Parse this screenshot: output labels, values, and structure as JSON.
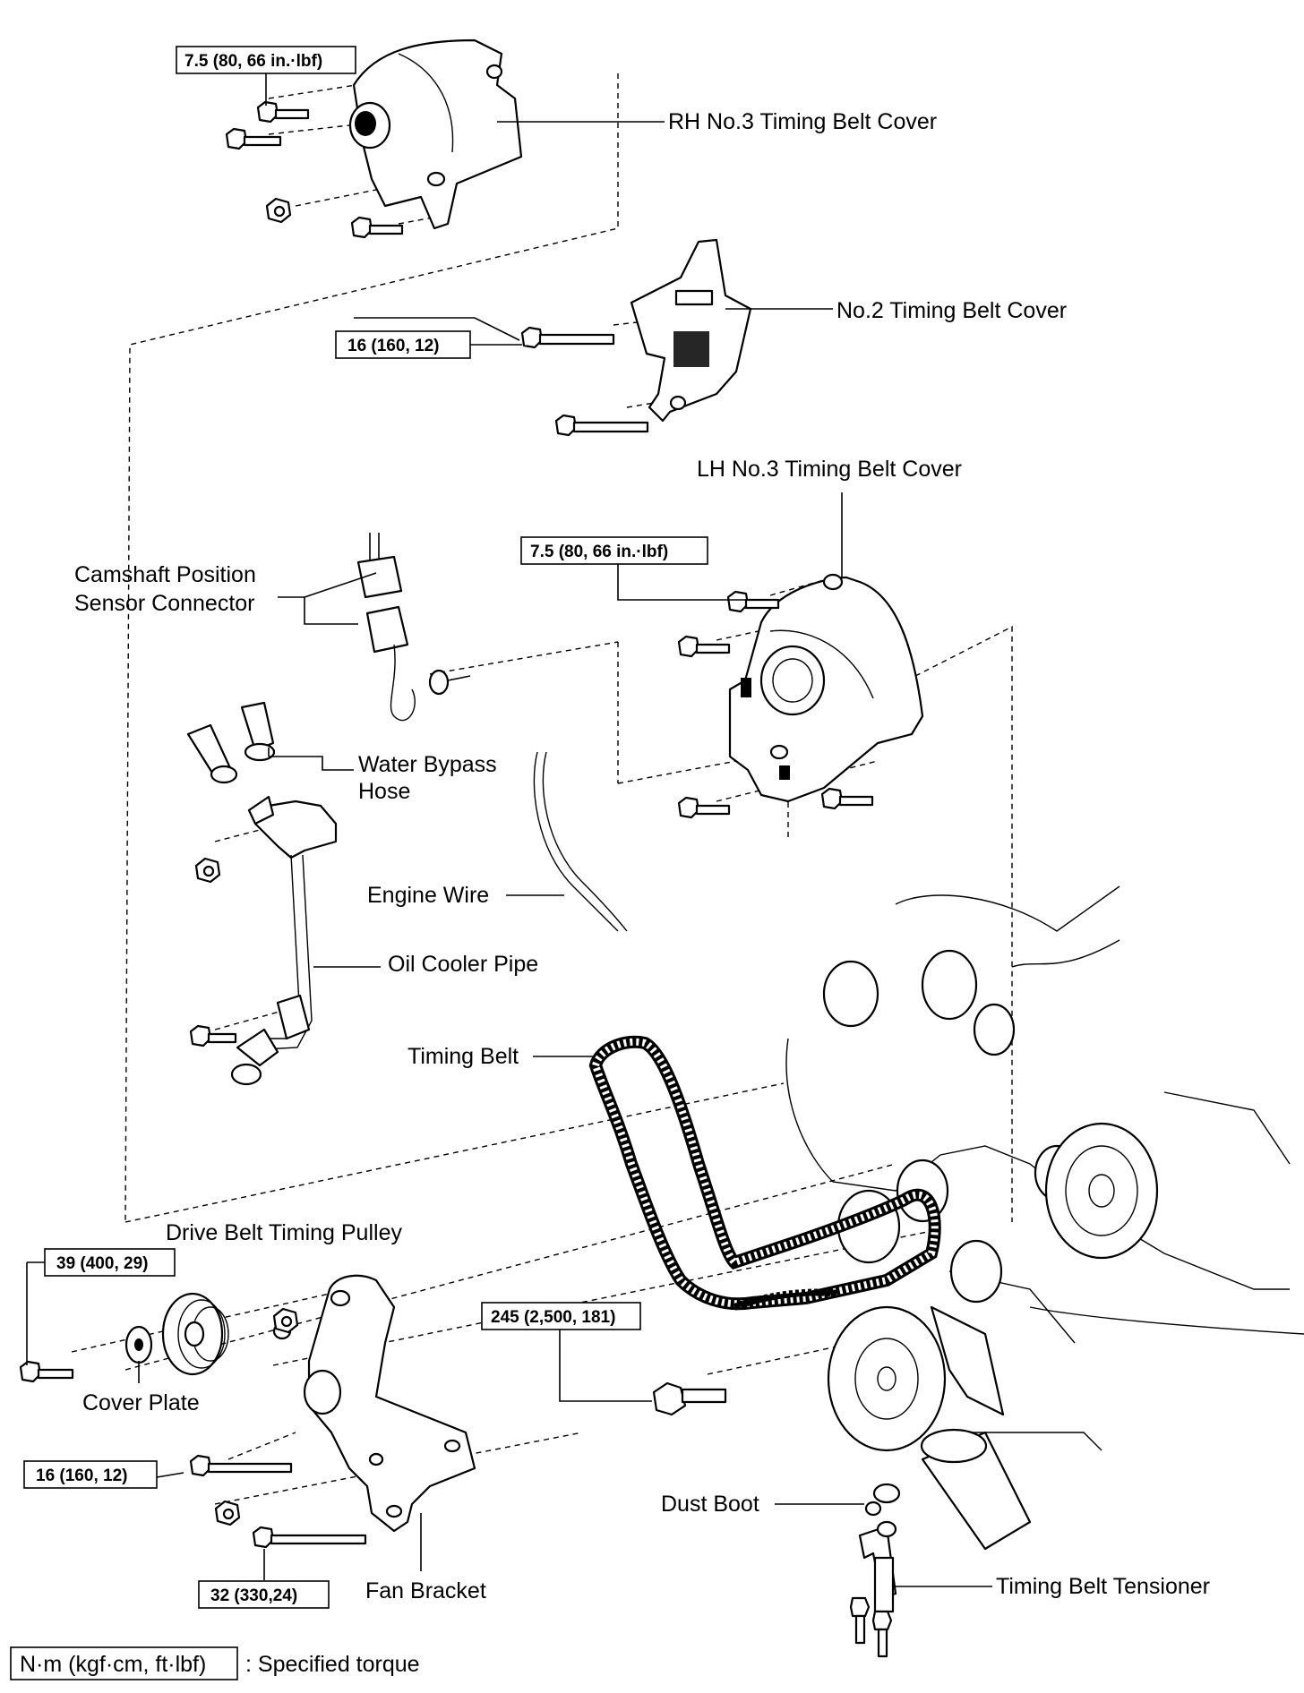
{
  "labels": {
    "rh_no3_cover": "RH No.3 Timing Belt Cover",
    "no2_cover": "No.2 Timing Belt Cover",
    "lh_no3_cover": "LH No.3 Timing Belt Cover",
    "cam_sensor_1": "Camshaft Position",
    "cam_sensor_2": "Sensor Connector",
    "water_bypass_1": "Water Bypass",
    "water_bypass_2": "Hose",
    "engine_wire": "Engine Wire",
    "oil_cooler_pipe": "Oil Cooler Pipe",
    "timing_belt": "Timing Belt",
    "drive_belt_pulley": "Drive Belt Timing Pulley",
    "cover_plate": "Cover Plate",
    "fan_bracket": "Fan Bracket",
    "dust_boot": "Dust Boot",
    "tensioner": "Timing Belt Tensioner"
  },
  "torques": {
    "rh_cover": "7.5 (80, 66 in.·lbf)",
    "no2_cover": "16 (160, 12)",
    "lh_cover": "7.5 (80, 66 in.·lbf)",
    "pulley_bolt": "39 (400, 29)",
    "crank_bolt": "245 (2,500, 181)",
    "bracket_bolt": "16 (160, 12)",
    "bracket_bolt_2": "32 (330,24)"
  },
  "legend": {
    "unit": "N·m (kgf·cm, ft·lbf)",
    "text": ": Specified torque"
  }
}
